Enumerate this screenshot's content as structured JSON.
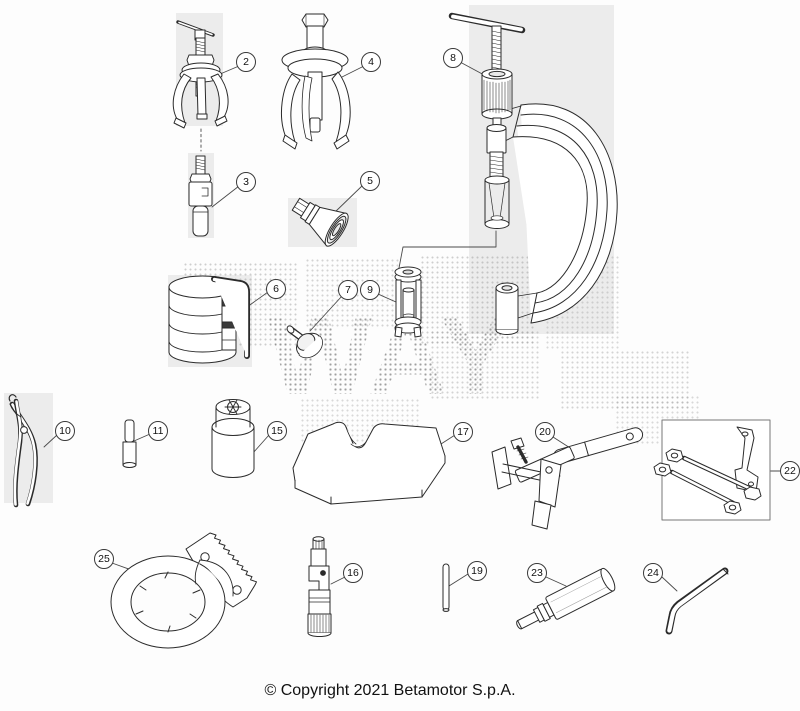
{
  "colors": {
    "background": "#fdfdfd",
    "line_art": "#2b2b2b",
    "highlight_box": "#ececec",
    "balloon_border": "#3a3a3a",
    "watermark_dot": "#8a8a8a"
  },
  "watermark": {
    "text": "WAY"
  },
  "footer": {
    "copyright": "© Copyright 2021 Betamotor S.p.A."
  },
  "callouts": {
    "c2": {
      "number": "2"
    },
    "c3": {
      "number": "3"
    },
    "c4": {
      "number": "4"
    },
    "c5": {
      "number": "5"
    },
    "c6": {
      "number": "6"
    },
    "c7": {
      "number": "7"
    },
    "c8": {
      "number": "8"
    },
    "c9": {
      "number": "9"
    },
    "c10": {
      "number": "10"
    },
    "c11": {
      "number": "11"
    },
    "c15": {
      "number": "15"
    },
    "c16": {
      "number": "16"
    },
    "c17": {
      "number": "17"
    },
    "c19": {
      "number": "19"
    },
    "c20": {
      "number": "20"
    },
    "c22": {
      "number": "22"
    },
    "c23": {
      "number": "23"
    },
    "c24": {
      "number": "24"
    },
    "c25": {
      "number": "25"
    }
  }
}
